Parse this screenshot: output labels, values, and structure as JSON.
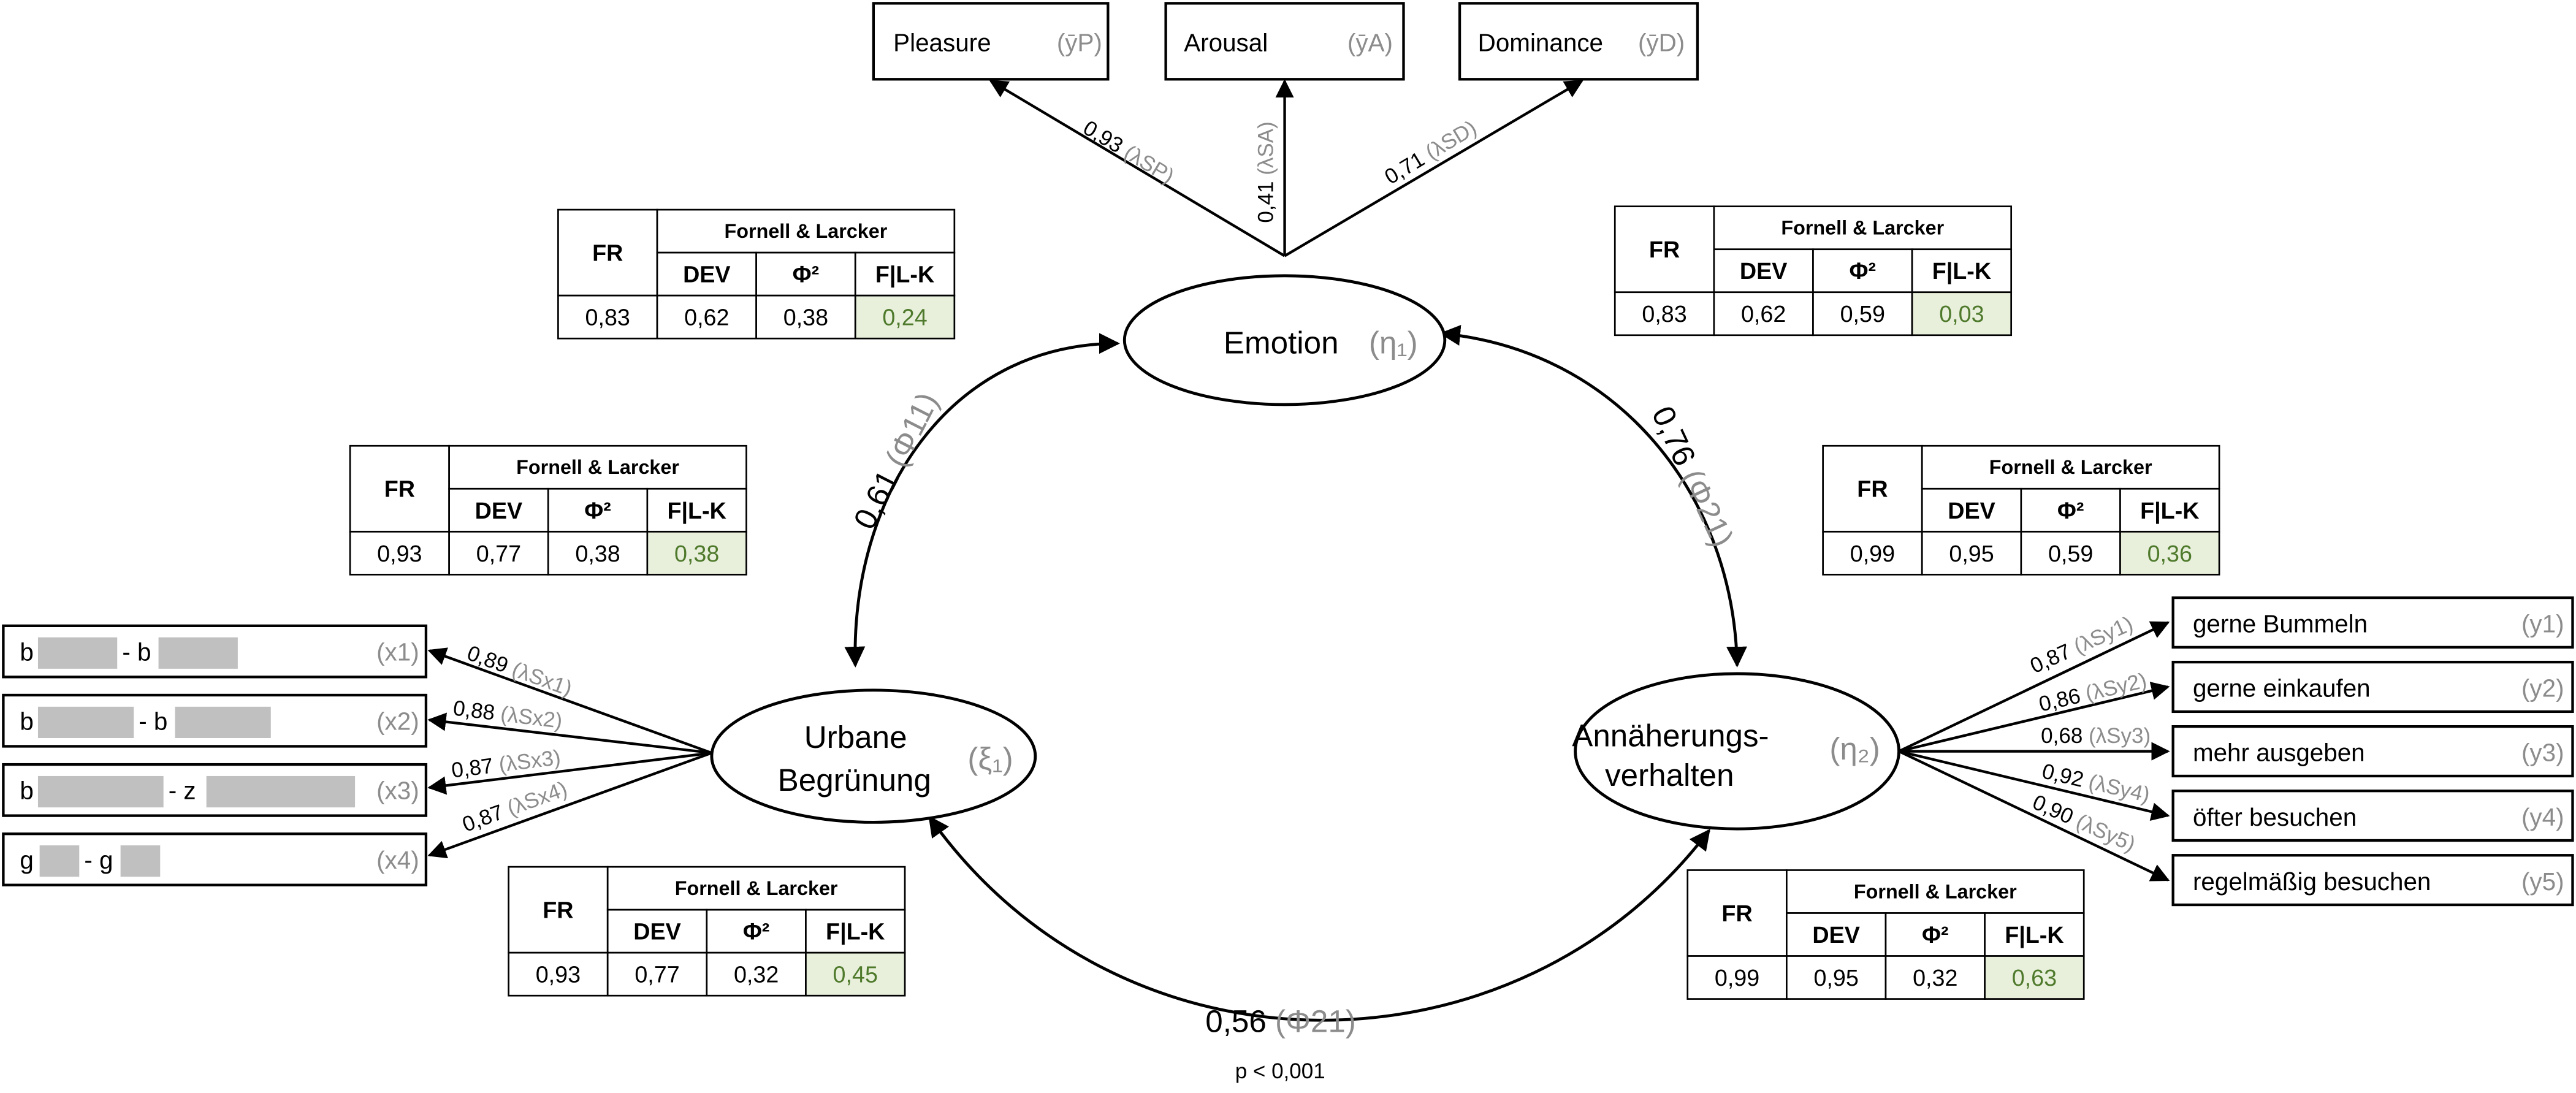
{
  "constructs": {
    "emotion": {
      "name": "Emotion",
      "symbol": "(η₁)"
    },
    "urban": {
      "name_line1": "Urbane",
      "name_line2": "Begrünung",
      "symbol": "(ξ₁)"
    },
    "approach": {
      "name_line1": "Annäherungs-",
      "name_line2": "verhalten",
      "symbol": "(η₂)"
    }
  },
  "emotion_indicators": [
    {
      "label": "Pleasure",
      "symbol": "(ȳP)",
      "loading": "0,93",
      "loading_sym": "(λSP)"
    },
    {
      "label": "Arousal",
      "symbol": "(ȳA)",
      "loading": "0,41",
      "loading_sym": "(λSA)"
    },
    {
      "label": "Dominance",
      "symbol": "(ȳD)",
      "loading": "0,71",
      "loading_sym": "(λSD)"
    }
  ],
  "x_indicators": [
    {
      "pre": "b",
      "mid": "- b",
      "symbol": "(x1)",
      "loading": "0,89",
      "loading_sym": "(λSx1)"
    },
    {
      "pre": "b",
      "mid": "- b",
      "symbol": "(x2)",
      "loading": "0,88",
      "loading_sym": "(λSx2)"
    },
    {
      "pre": "b",
      "mid": "- z",
      "symbol": "(x3)",
      "loading": "0,87",
      "loading_sym": "(λSx3)"
    },
    {
      "pre": "g",
      "mid": "- g",
      "symbol": "(x4)",
      "loading": "0,87",
      "loading_sym": "(λSx4)"
    }
  ],
  "y_indicators": [
    {
      "label": "gerne Bummeln",
      "symbol": "(y1)",
      "loading": "0,87",
      "loading_sym": "(λSy1)"
    },
    {
      "label": "gerne einkaufen",
      "symbol": "(y2)",
      "loading": "0,86",
      "loading_sym": "(λSy2)"
    },
    {
      "label": "mehr ausgeben",
      "symbol": "(y3)",
      "loading": "0,68",
      "loading_sym": "(λSy3)"
    },
    {
      "label": "öfter besuchen",
      "symbol": "(y4)",
      "loading": "0,92",
      "loading_sym": "(λSy4)"
    },
    {
      "label": "regelmäßig besuchen",
      "symbol": "(y5)",
      "loading": "0,90",
      "loading_sym": "(λSy5)"
    }
  ],
  "paths": {
    "urban_emotion": {
      "value": "0,61",
      "symbol": "(Φ11)"
    },
    "emotion_approach": {
      "value": "0,76",
      "symbol": "(Φ21)"
    },
    "urban_approach": {
      "value": "0,56",
      "symbol": "(Φ21)"
    },
    "significance": "p < 0,001"
  },
  "table_headers": {
    "fr": "FR",
    "fl": "Fornell & Larcker",
    "dev": "DEV",
    "phi": "Φ²",
    "flk": "F|L-K"
  },
  "tables": [
    {
      "fr": "0,83",
      "dev": "0,62",
      "phi": "0,38",
      "flk": "0,24"
    },
    {
      "fr": "0,83",
      "dev": "0,62",
      "phi": "0,59",
      "flk": "0,03"
    },
    {
      "fr": "0,93",
      "dev": "0,77",
      "phi": "0,38",
      "flk": "0,38"
    },
    {
      "fr": "0,99",
      "dev": "0,95",
      "phi": "0,59",
      "flk": "0,36"
    },
    {
      "fr": "0,93",
      "dev": "0,77",
      "phi": "0,32",
      "flk": "0,45"
    },
    {
      "fr": "0,99",
      "dev": "0,95",
      "phi": "0,32",
      "flk": "0,63"
    }
  ],
  "colors": {
    "highlight_fill": "#e8f0dc",
    "highlight_text": "#4f7a2c",
    "symbol_grey": "#8c8c8c",
    "redaction": "#c0c0c0"
  }
}
